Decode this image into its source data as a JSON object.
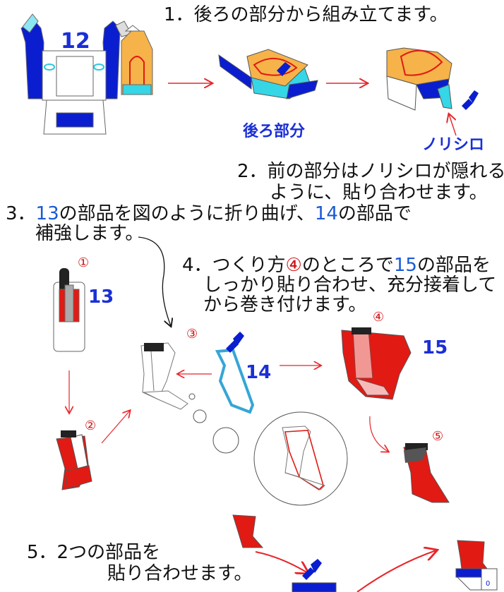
{
  "step1": "1．後ろの部分から組み立てます。",
  "step2_line1": "2．前の部分はノリシロが隠れる",
  "step2_line2": "ように、貼り合わせます。",
  "step3_a": "3．",
  "step3_n1": "13",
  "step3_b": "の部品を図のように折り曲げ、",
  "step3_n2": "14",
  "step3_c": "の部品で",
  "step3_line2": "補強します。",
  "step4_line1_a": "4．つくり方",
  "step4_circ": "④",
  "step4_line1_b": "のところで",
  "step4_n": "15",
  "step4_line1_c": "の部品を",
  "step4_line2": "しっかり貼り合わせ、充分接着して",
  "step4_line3": "から巻き付けます。",
  "step5_line1": "5．2つの部品を",
  "step5_line2": "貼り合わせます。",
  "part12": "12",
  "part13": "13",
  "part14": "14",
  "part15": "15",
  "label_back": "後ろ部分",
  "label_norishiro": "ノリシロ",
  "mark1": "①",
  "mark2": "②",
  "mark3": "③",
  "mark4": "④",
  "mark5": "⑤",
  "colors": {
    "blue": "#0a1ecf",
    "red": "#e11a14",
    "orange": "#f5b34a",
    "cyan": "#35d6e6",
    "arrow": "#e8252a",
    "gray": "#9a9a9a"
  }
}
